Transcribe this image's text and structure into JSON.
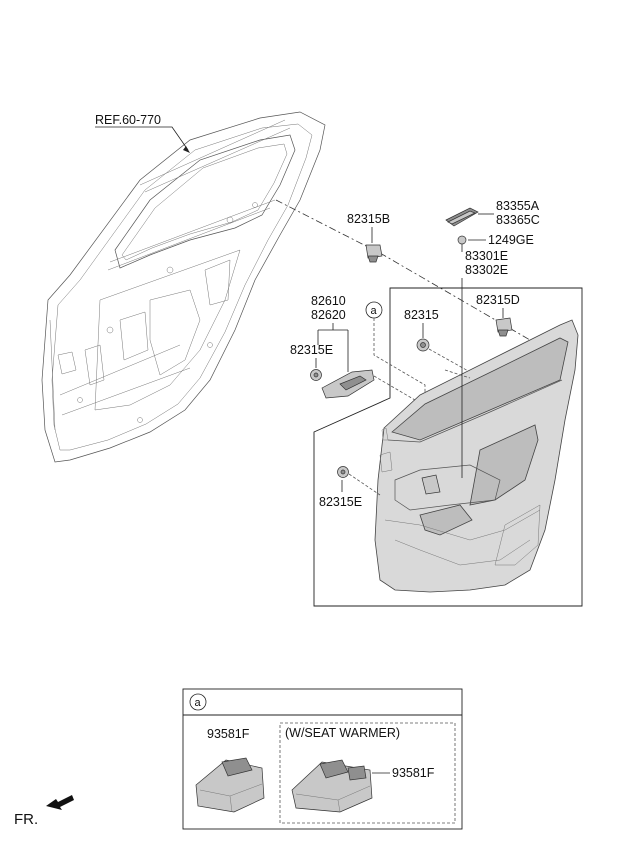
{
  "labels": {
    "ref": "REF.60-770",
    "p82315B": "82315B",
    "p83355A": "83355A",
    "p83365C": "83365C",
    "p1249GE": "1249GE",
    "p83301E": "83301E",
    "p83302E": "83302E",
    "p82610": "82610",
    "p82620": "82620",
    "p82315D": "82315D",
    "p82315": "82315",
    "p82315E_top": "82315E",
    "p82315E_bottom": "82315E",
    "callout_a": "a",
    "inset_a": "a",
    "inset_93581F_left": "93581F",
    "inset_seat_warmer": "(W/SEAT WARMER)",
    "inset_93581F_right": "93581F",
    "fr": "FR."
  }
}
